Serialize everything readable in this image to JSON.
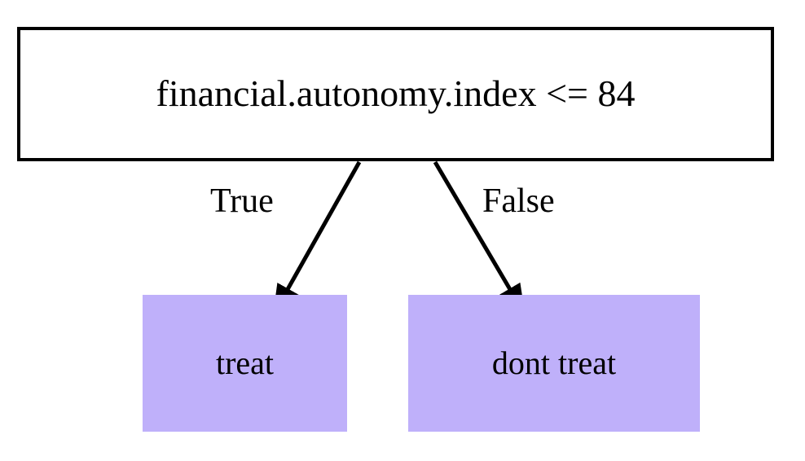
{
  "diagram": {
    "type": "decision-tree",
    "title": "",
    "background_color": "#ffffff",
    "nodes": [
      {
        "id": "root",
        "role": "decision",
        "label": "financial.autonomy.index <= 84",
        "feature": "financial.autonomy.index",
        "operator": "<=",
        "threshold": "84",
        "fill_color": "#ffffff",
        "border_color": "#000000",
        "text_color": "#000000"
      },
      {
        "id": "leaf-true",
        "role": "leaf",
        "label": "treat",
        "fill_color": "#bfb0fa",
        "border_color": "none",
        "text_color": "#000000"
      },
      {
        "id": "leaf-false",
        "role": "leaf",
        "label": "dont treat",
        "fill_color": "#bfb0fa",
        "border_color": "none",
        "text_color": "#000000"
      }
    ],
    "edges": [
      {
        "id": "edge-true",
        "from": "root",
        "to": "leaf-true",
        "label": "True",
        "color": "#000000"
      },
      {
        "id": "edge-false",
        "from": "root",
        "to": "leaf-false",
        "label": "False",
        "color": "#000000"
      }
    ]
  }
}
